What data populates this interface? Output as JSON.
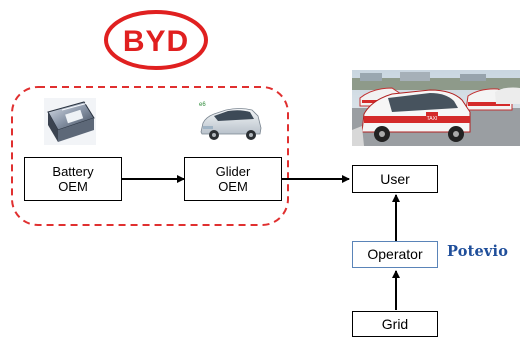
{
  "logos": {
    "byd": "BYD",
    "potevio": "Potevio"
  },
  "nodes": {
    "battery_oem": [
      "Battery",
      "OEM"
    ],
    "glider_oem": [
      "Glider",
      "OEM"
    ],
    "user": "User",
    "operator": "Operator",
    "grid": "Grid"
  },
  "colors": {
    "byd_red": "#e02020",
    "dashed_border": "#e03030",
    "operator_border": "#5a84b8",
    "potevio_blue": "#1f4e9a",
    "taxi_red": "#d42a2a"
  },
  "icons": {
    "battery": "battery-pack-photo",
    "car": "electric-car-photo",
    "taxis": "taxi-fleet-photo"
  }
}
